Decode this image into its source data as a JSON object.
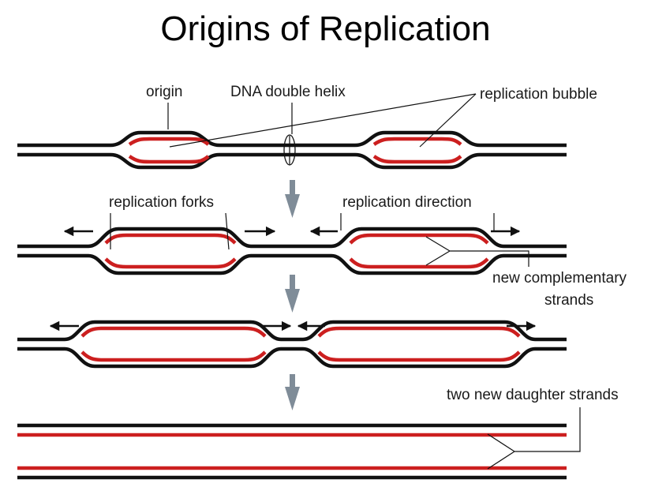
{
  "title": "Origins of Replication",
  "labels": {
    "origin": "origin",
    "dna_double_helix": "DNA double helix",
    "replication_bubble": "replication bubble",
    "replication_forks": "replication forks",
    "replication_direction": "replication direction",
    "new_complementary_line1": "new complementary",
    "new_complementary_line2": "strands",
    "two_new_daughter_strands": "two new daughter strands"
  },
  "colors": {
    "parental_strand": "#111111",
    "new_strand": "#cc1f1f",
    "step_arrow": "#7f8c98"
  }
}
